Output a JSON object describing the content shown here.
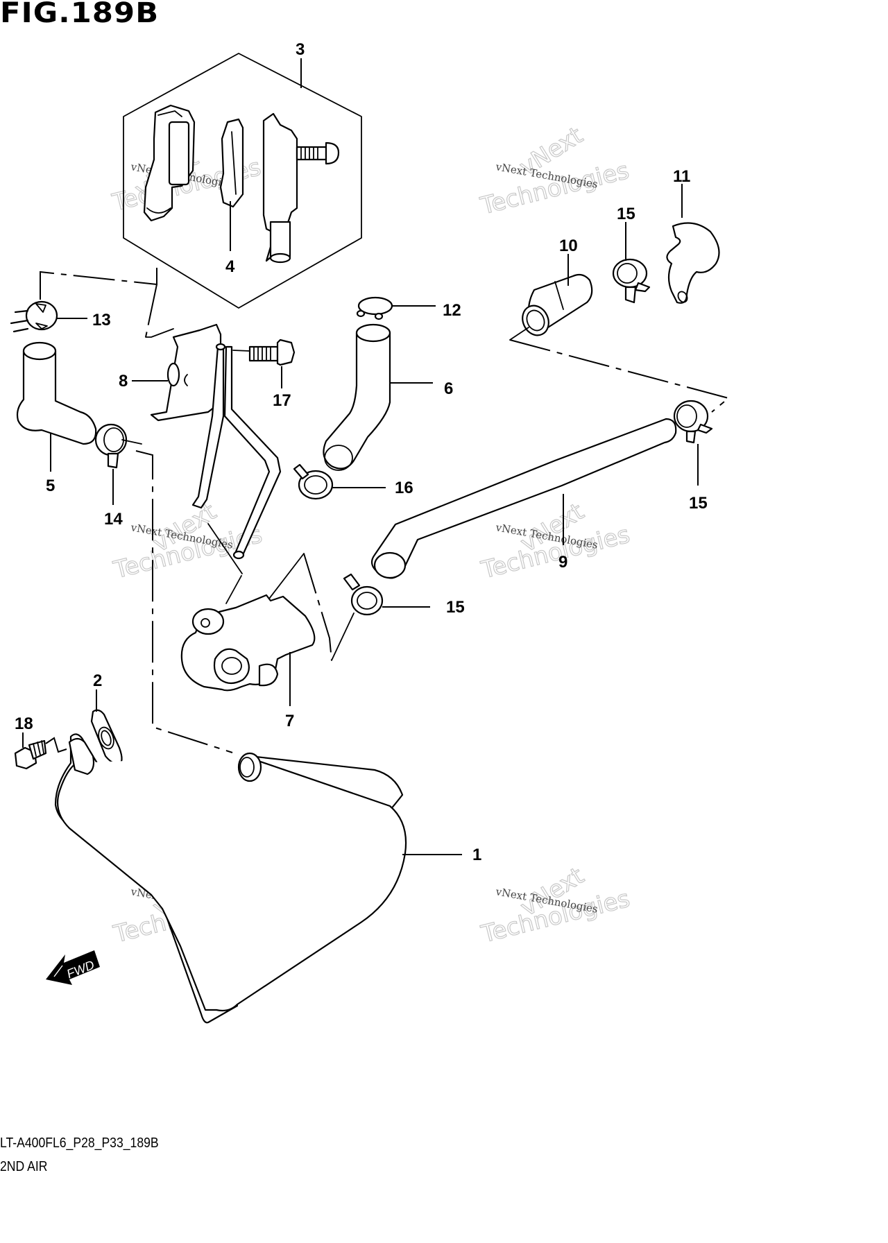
{
  "figure": {
    "title": "FIG.189B",
    "drawing_code": "LT-A400FL6_P28_P33_189B",
    "section_name": "2ND AIR"
  },
  "direction_marker": {
    "label": "FWD",
    "icon": "forward-arrow-icon"
  },
  "callouts": [
    {
      "ref": "1",
      "part": "hose-1"
    },
    {
      "ref": "2",
      "part": "gasket"
    },
    {
      "ref": "3",
      "part": "reed-valve-assembly"
    },
    {
      "ref": "4",
      "part": "reed-valve"
    },
    {
      "ref": "5",
      "part": "hose-5"
    },
    {
      "ref": "6",
      "part": "hose-6"
    },
    {
      "ref": "7",
      "part": "pair-valve"
    },
    {
      "ref": "8",
      "part": "bracket"
    },
    {
      "ref": "9",
      "part": "hose-9"
    },
    {
      "ref": "10",
      "part": "joint"
    },
    {
      "ref": "11",
      "part": "clamp-holder"
    },
    {
      "ref": "12",
      "part": "clip"
    },
    {
      "ref": "13",
      "part": "clamp"
    },
    {
      "ref": "14",
      "part": "clamp"
    },
    {
      "ref": "15",
      "part": "clamp"
    },
    {
      "ref": "16",
      "part": "clamp"
    },
    {
      "ref": "17",
      "part": "bolt"
    },
    {
      "ref": "18",
      "part": "bolt"
    }
  ],
  "labels": {
    "l1": "1",
    "l2": "2",
    "l3": "3",
    "l4": "4",
    "l5": "5",
    "l6": "6",
    "l7": "7",
    "l8": "8",
    "l9": "9",
    "l10": "10",
    "l11": "11",
    "l12": "12",
    "l13": "13",
    "l14": "14",
    "l15a": "15",
    "l15b": "15",
    "l15c": "15",
    "l16": "16",
    "l17": "17",
    "l18": "18"
  },
  "watermark": {
    "small_text": "vNext Technologies",
    "big_line1": "vNext",
    "big_line2": "Technologies"
  }
}
